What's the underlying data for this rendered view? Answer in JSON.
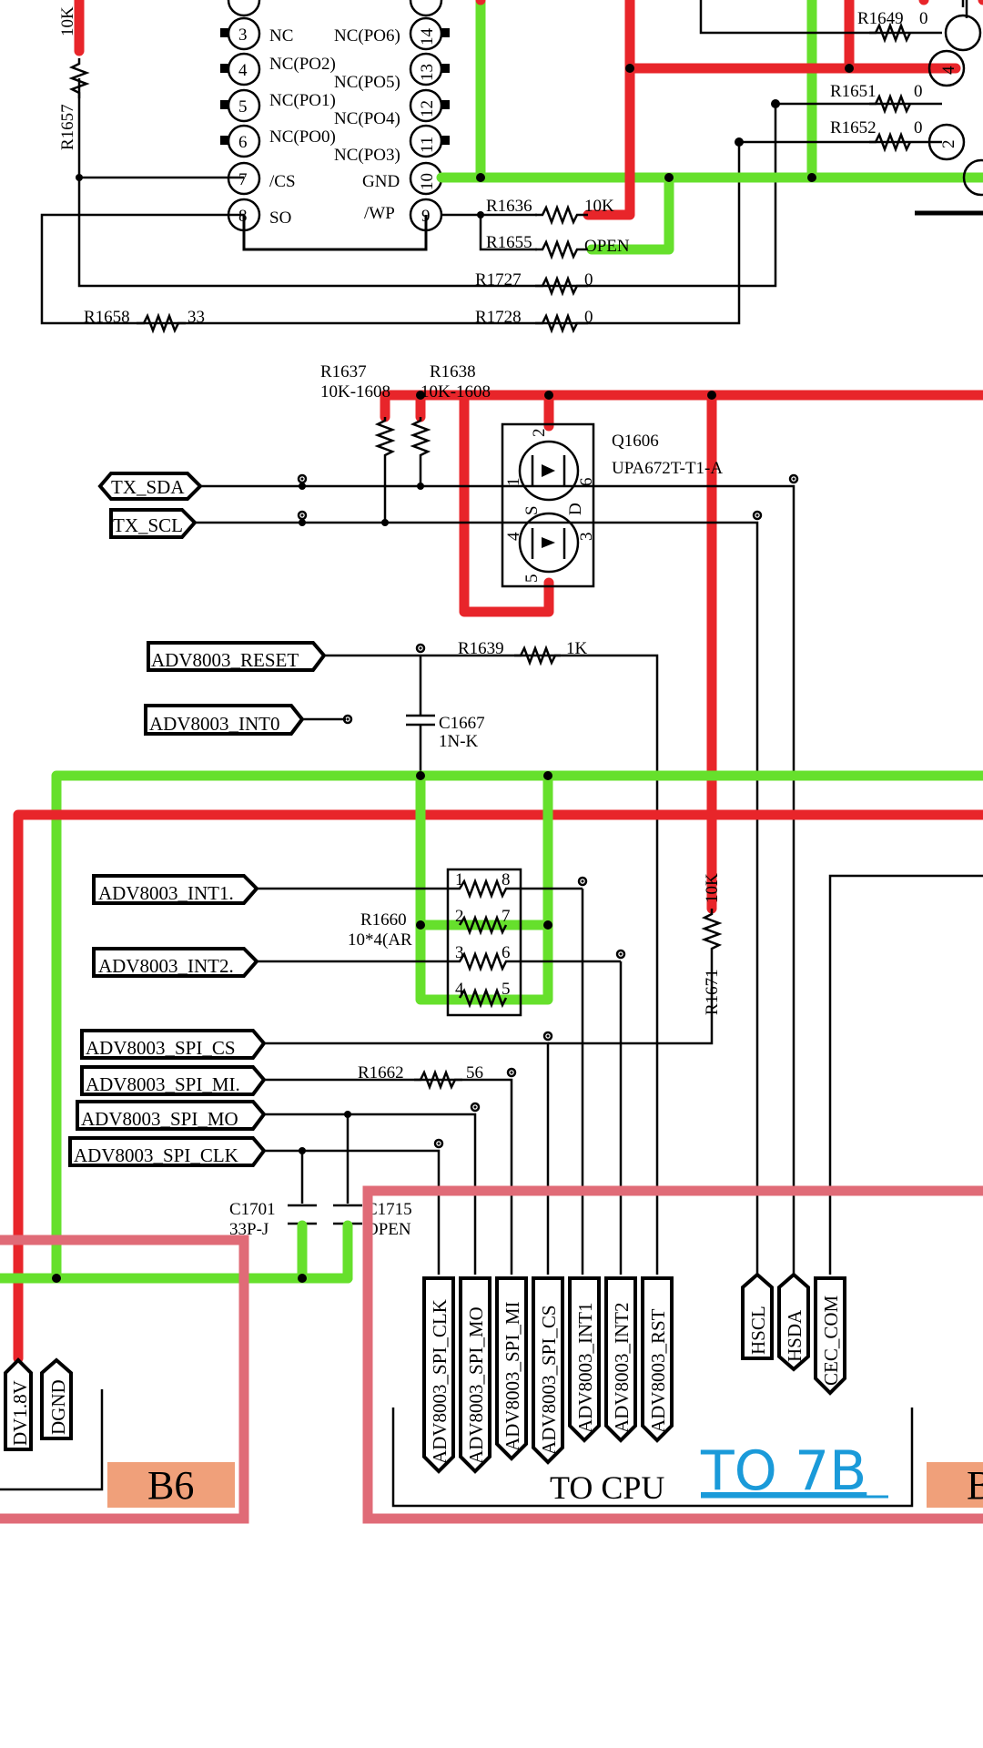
{
  "flash_pins": {
    "left": [
      {
        "num": "3",
        "name": "NC"
      },
      {
        "num": "4",
        "name": "NC(PO2)"
      },
      {
        "num": "5",
        "name": "NC(PO1)"
      },
      {
        "num": "6",
        "name": "NC(PO0)"
      },
      {
        "num": "7",
        "name": "/CS"
      },
      {
        "num": "8",
        "name": "SO"
      }
    ],
    "right": [
      {
        "num": "14",
        "name": "NC(PO6)"
      },
      {
        "num": "13",
        "name": "NC(PO5)"
      },
      {
        "num": "12",
        "name": "NC(PO4)"
      },
      {
        "num": "11",
        "name": "NC(PO3)"
      },
      {
        "num": "10",
        "name": "GND"
      },
      {
        "num": "9",
        "name": "/WP"
      }
    ]
  },
  "resistors": {
    "r1657": {
      "ref": "R1657",
      "value": "10K"
    },
    "r1649": {
      "ref": "R1649",
      "value": "0"
    },
    "r1651": {
      "ref": "R1651",
      "value": "0"
    },
    "r1652": {
      "ref": "R1652",
      "value": "0"
    },
    "r1636": {
      "ref": "R1636",
      "value": "10K"
    },
    "r1655": {
      "ref": "R1655",
      "value": "OPEN"
    },
    "r1727": {
      "ref": "R1727",
      "value": "0"
    },
    "r1728": {
      "ref": "R1728",
      "value": "0"
    },
    "r1658": {
      "ref": "R1658",
      "value": "33"
    },
    "r1637": {
      "ref": "R1637",
      "value": "10K-1608"
    },
    "r1638": {
      "ref": "R1638",
      "value": "10K-1608"
    },
    "r1639": {
      "ref": "R1639",
      "value": "1K"
    },
    "r1660": {
      "ref": "R1660",
      "value": "10*4(AR"
    },
    "r1662": {
      "ref": "R1662",
      "value": "56"
    },
    "r1671": {
      "ref": "R1671",
      "value": "10K"
    }
  },
  "right_circles": [
    "4",
    "2"
  ],
  "transistor": {
    "ref": "Q1606",
    "part": "UPA672T-T1-A",
    "pins": [
      "2",
      "1",
      "6",
      "S",
      "D",
      "4",
      "3",
      "5"
    ]
  },
  "capacitors": {
    "c1667": {
      "ref": "C1667",
      "value": "1N-K"
    },
    "c1701": {
      "ref": "C1701",
      "value": "33P-J"
    },
    "c1715": {
      "ref": "C1715",
      "value": "OPEN"
    }
  },
  "array_pins": [
    "1",
    "8",
    "2",
    "7",
    "3",
    "6",
    "4",
    "5"
  ],
  "left_ports": {
    "tx_sda": "TX_SDA",
    "tx_scl": "TX_SCL",
    "reset": "ADV8003_RESET",
    "int0": "ADV8003_INT0",
    "int1": "ADV8003_INT1.",
    "int2": "ADV8003_INT2.",
    "spi_cs": "ADV8003_SPI_CS",
    "spi_mi": "ADV8003_SPI_MI.",
    "spi_mo": "ADV8003_SPI_MO",
    "spi_clk": "ADV8003_SPI_CLK"
  },
  "bottom_ports": {
    "spi_clk": "ADV8003_SPI_CLK",
    "spi_mo": "ADV8003_SPI_MO",
    "spi_mi": "ADV8003_SPI_MI",
    "spi_cs": "ADV8003_SPI_CS",
    "int1": "ADV8003_INT1",
    "int2": "ADV8003_INT2",
    "rst": "ADV8003_RST",
    "hscl": "HSCL",
    "hsda": "HSDA",
    "cec": "CEC_COM"
  },
  "power_ports": {
    "dv18": "DV1.8V",
    "dgnd": "DGND"
  },
  "block_b6": "B6",
  "block_right": "B",
  "to_cpu": "TO CPU",
  "link_7b": "TO 7B",
  "colors": {
    "power": "#e8252a",
    "ground": "#66e02c",
    "block_outline": "#e06b77",
    "block_fill": "#f0a07a",
    "link": "#1a9ad9"
  }
}
